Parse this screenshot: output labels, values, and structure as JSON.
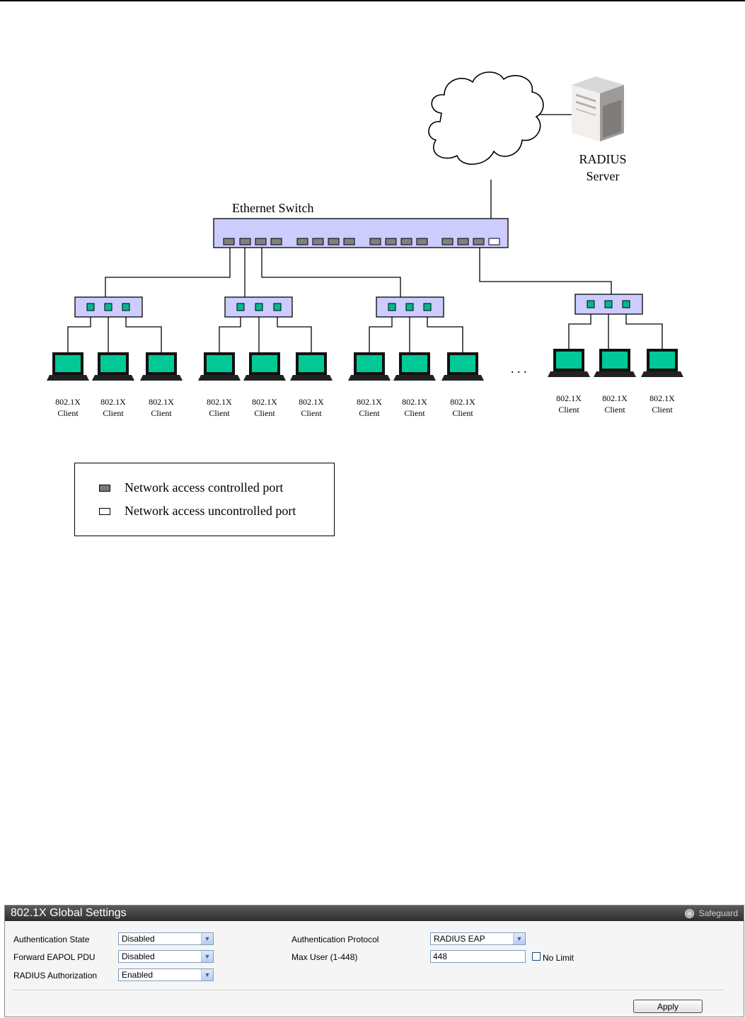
{
  "diagram": {
    "radius_label_1": "RADIUS",
    "radius_label_2": "Server",
    "switch_label": "Ethernet Switch",
    "client_label_1": "802.1X",
    "client_label_2": "Client",
    "ellipsis": ". . .",
    "legend": {
      "controlled": "Network access controlled port",
      "uncontrolled": "Network access uncontrolled port"
    },
    "colors": {
      "switch_fill": "#ccccff",
      "port_controlled": "#808080",
      "port_uncontrolled": "#ffffff",
      "client_port": "#00b894",
      "laptop_screen": "#00c896"
    }
  },
  "panel": {
    "title": "802.1X Global Settings",
    "safeguard": "Safeguard",
    "fields": {
      "auth_state_label": "Authentication State",
      "auth_state_value": "Disabled",
      "forward_eapol_label": "Forward EAPOL PDU",
      "forward_eapol_value": "Disabled",
      "radius_auth_label": "RADIUS Authorization",
      "radius_auth_value": "Enabled",
      "auth_protocol_label": "Authentication Protocol",
      "auth_protocol_value": "RADIUS EAP",
      "max_user_label": "Max User (1-448)",
      "max_user_value": "448",
      "no_limit_label": "No Limit"
    },
    "apply_label": "Apply"
  }
}
